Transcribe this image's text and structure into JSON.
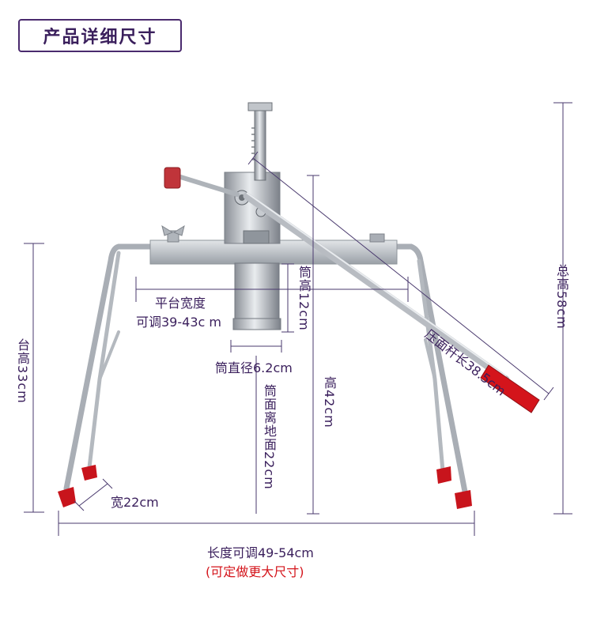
{
  "title": "产品详细尺寸",
  "labels": {
    "platform_width_line1": "平台宽度",
    "platform_width_line2": "可调39-43c m",
    "tube_height": "筒高12cm",
    "tube_diameter": "筒直径6.2cm",
    "tube_to_ground": "筒面离地面22cm",
    "height": "高42cm",
    "press_rod": "压面杆长38.5cm",
    "total_height": "总高58cm",
    "stand_height": "台高33cm",
    "width": "宽22cm",
    "length": "长度可调49-54cm",
    "custom_note": "(可定做更大尺寸)"
  },
  "colors": {
    "text": "#3a1f5c",
    "dimension_line": "#4a3a6e",
    "accent_red": "#d4141b",
    "steel": "#b8bcc2"
  }
}
